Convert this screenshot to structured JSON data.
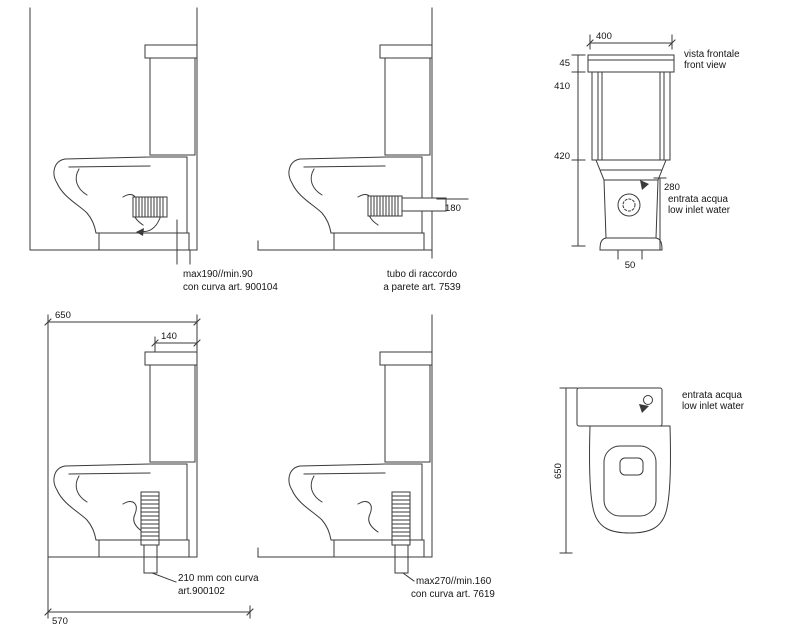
{
  "colors": {
    "line": "#3a3a3a",
    "text": "#141414",
    "background": "#ffffff"
  },
  "views": {
    "side_top_left": {
      "label_line1": "max190//min.90",
      "label_line2": "con curva art. 900104"
    },
    "side_top_middle": {
      "dim_height": "180",
      "label_line1": "tubo di raccordo",
      "label_line2": "a parete art. 7539"
    },
    "front": {
      "dim_width": "400",
      "dim_lid": "45",
      "dim_tank": "410",
      "dim_bowl": "420",
      "dim_inlet_height": "280",
      "dim_outlet_width": "50",
      "title_line1": "vista frontale",
      "title_line2": "front view",
      "inlet_line1": "entrata acqua",
      "inlet_line2": "low inlet water"
    },
    "side_bottom_left": {
      "dim_depth": "650",
      "dim_drain_offset": "140",
      "label_line1": "210 mm con curva",
      "label_line2": "art.900102",
      "dim_bottom": "570"
    },
    "side_bottom_middle": {
      "label_line1": "max270//min.160",
      "label_line2": "con curva art. 7619"
    },
    "plan": {
      "dim_depth": "650",
      "inlet_line1": "entrata acqua",
      "inlet_line2": "low inlet water"
    }
  }
}
